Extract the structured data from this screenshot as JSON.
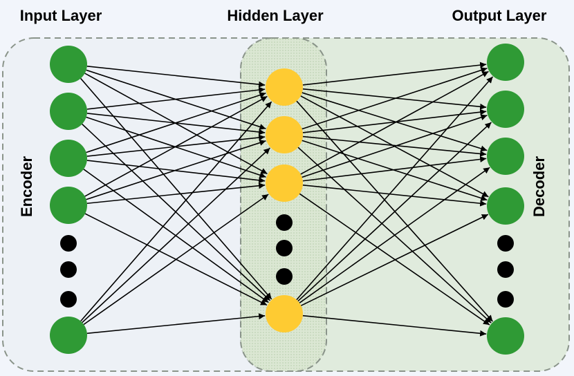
{
  "titles": {
    "input": "Input Layer",
    "hidden": "Hidden Layer",
    "output": "Output Layer"
  },
  "side_labels": {
    "encoder": "Encoder",
    "decoder": "Decoder"
  },
  "colors": {
    "background": "#f2f5fb",
    "input_node": "#2f9a35",
    "hidden_node": "#fecb32",
    "output_node": "#2f9a35",
    "ellipsis_dot": "#000000",
    "edge": "#000000",
    "encoder_region": "#e9edf3",
    "decoder_region": "#e0ebdd",
    "hidden_region": "#dbe7d3",
    "region_border": "#8a948a"
  },
  "network": {
    "input_nodes": 5,
    "hidden_nodes": 4,
    "output_nodes": 5,
    "fully_connected": true
  }
}
